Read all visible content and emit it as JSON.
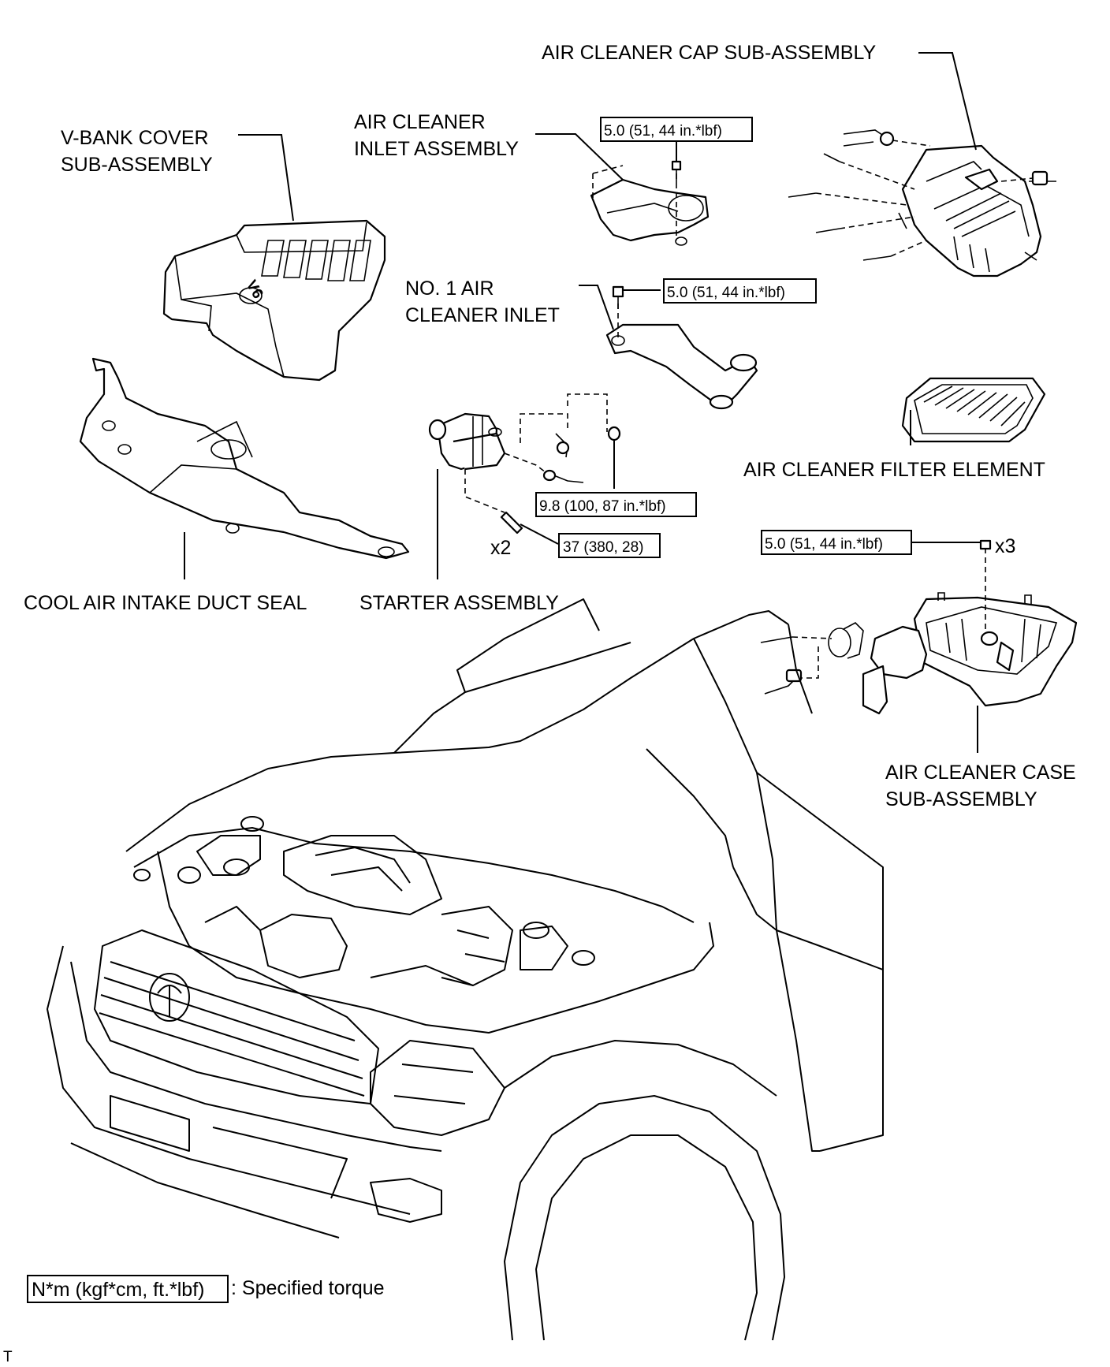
{
  "labels": {
    "cap": "AIR CLEANER CAP SUB-ASSEMBLY",
    "vbank_1": "V-BANK COVER",
    "vbank_2": "SUB-ASSEMBLY",
    "inlet_assy_1": "AIR CLEANER",
    "inlet_assy_2": "INLET ASSEMBLY",
    "no1_inlet_1": "NO. 1 AIR",
    "no1_inlet_2": "CLEANER INLET",
    "filter": "AIR CLEANER FILTER ELEMENT",
    "duct_seal": "COOL AIR INTAKE DUCT SEAL",
    "starter": "STARTER ASSEMBLY",
    "case_1": "AIR CLEANER CASE",
    "case_2": "SUB-ASSEMBLY"
  },
  "engine_cover_mark": "V6",
  "torques": {
    "inlet_assy": "5.0 (51, 44 in.*lbf)",
    "no1_inlet": "5.0 (51, 44 in.*lbf)",
    "starter_terminal": "9.8 (100, 87 in.*lbf)",
    "starter_bolt": "37 (380, 28)",
    "case": "5.0 (51, 44 in.*lbf)"
  },
  "quantities": {
    "starter_bolt": "x2",
    "case_bolt": "x3"
  },
  "legend": {
    "unit": "N*m (kgf*cm, ft.*lbf)",
    "description": ": Specified torque"
  },
  "footer_mark": "T"
}
